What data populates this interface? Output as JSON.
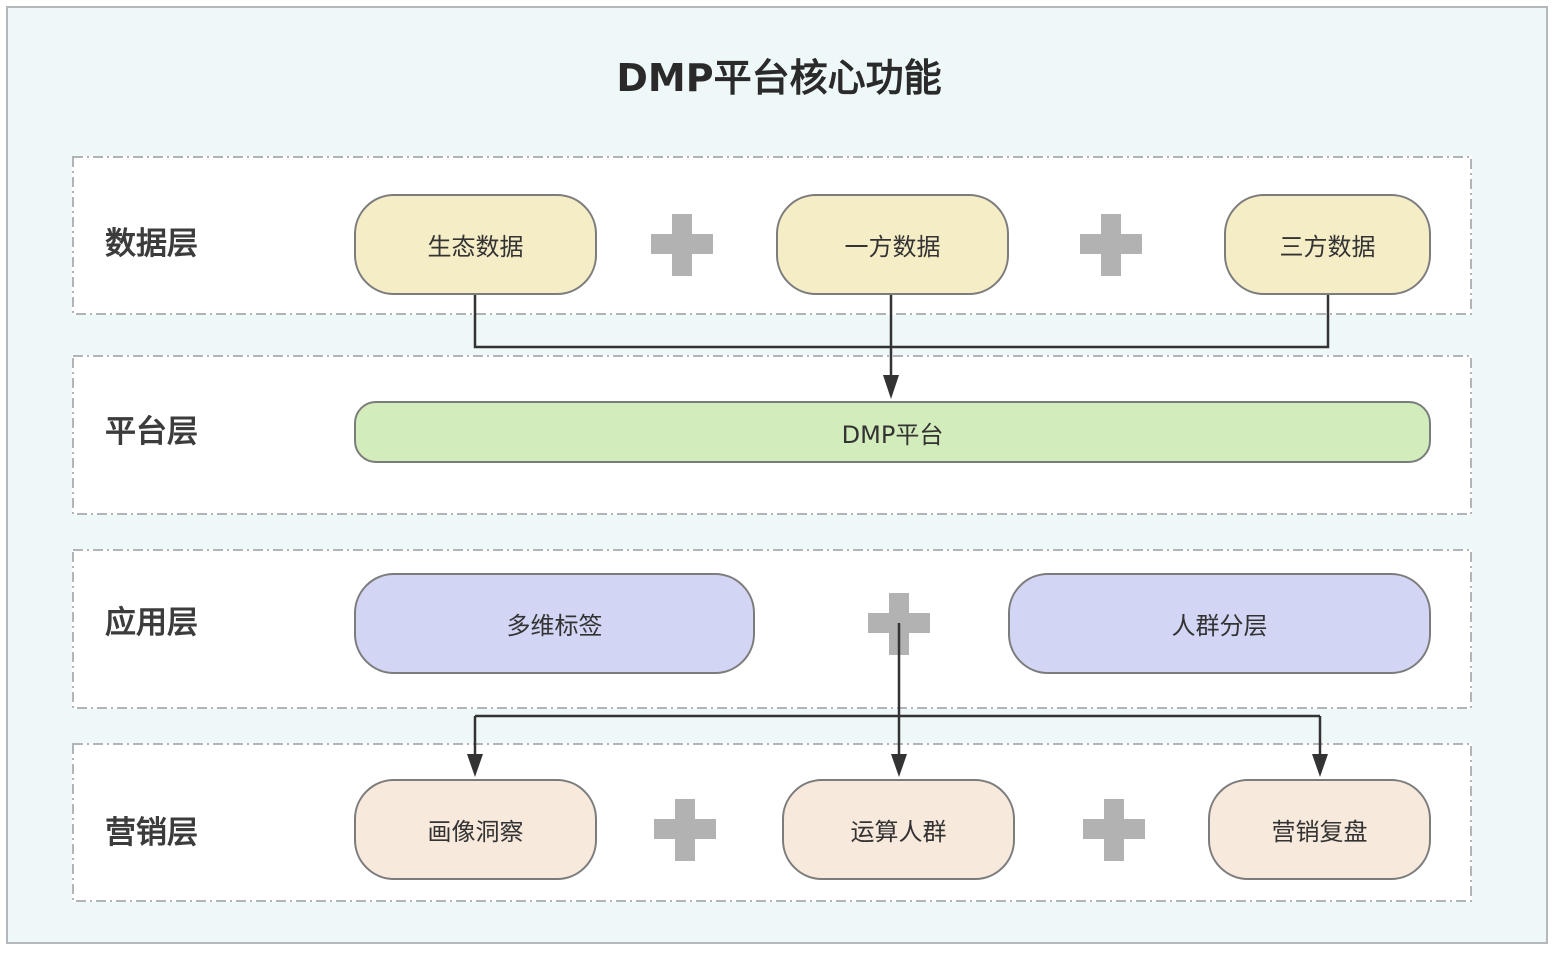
{
  "title": "DMP平台核心功能",
  "layers": {
    "data": {
      "label": "数据层",
      "nodes": [
        "生态数据",
        "一方数据",
        "三方数据"
      ]
    },
    "platform": {
      "label": "平台层",
      "nodes": [
        "DMP平台"
      ]
    },
    "application": {
      "label": "应用层",
      "nodes": [
        "多维标签",
        "人群分层"
      ]
    },
    "marketing": {
      "label": "营销层",
      "nodes": [
        "画像洞察",
        "运算人群",
        "营销复盘"
      ]
    }
  },
  "colors": {
    "background": "#eff8f9",
    "data_node": "#f5edc6",
    "platform_node": "#d3ecbb",
    "application_node": "#d3d5f5",
    "marketing_node": "#f8e9dd",
    "plus": "#b2b2b2",
    "connector": "#333333"
  },
  "icons": {
    "combine": "plus-icon"
  }
}
